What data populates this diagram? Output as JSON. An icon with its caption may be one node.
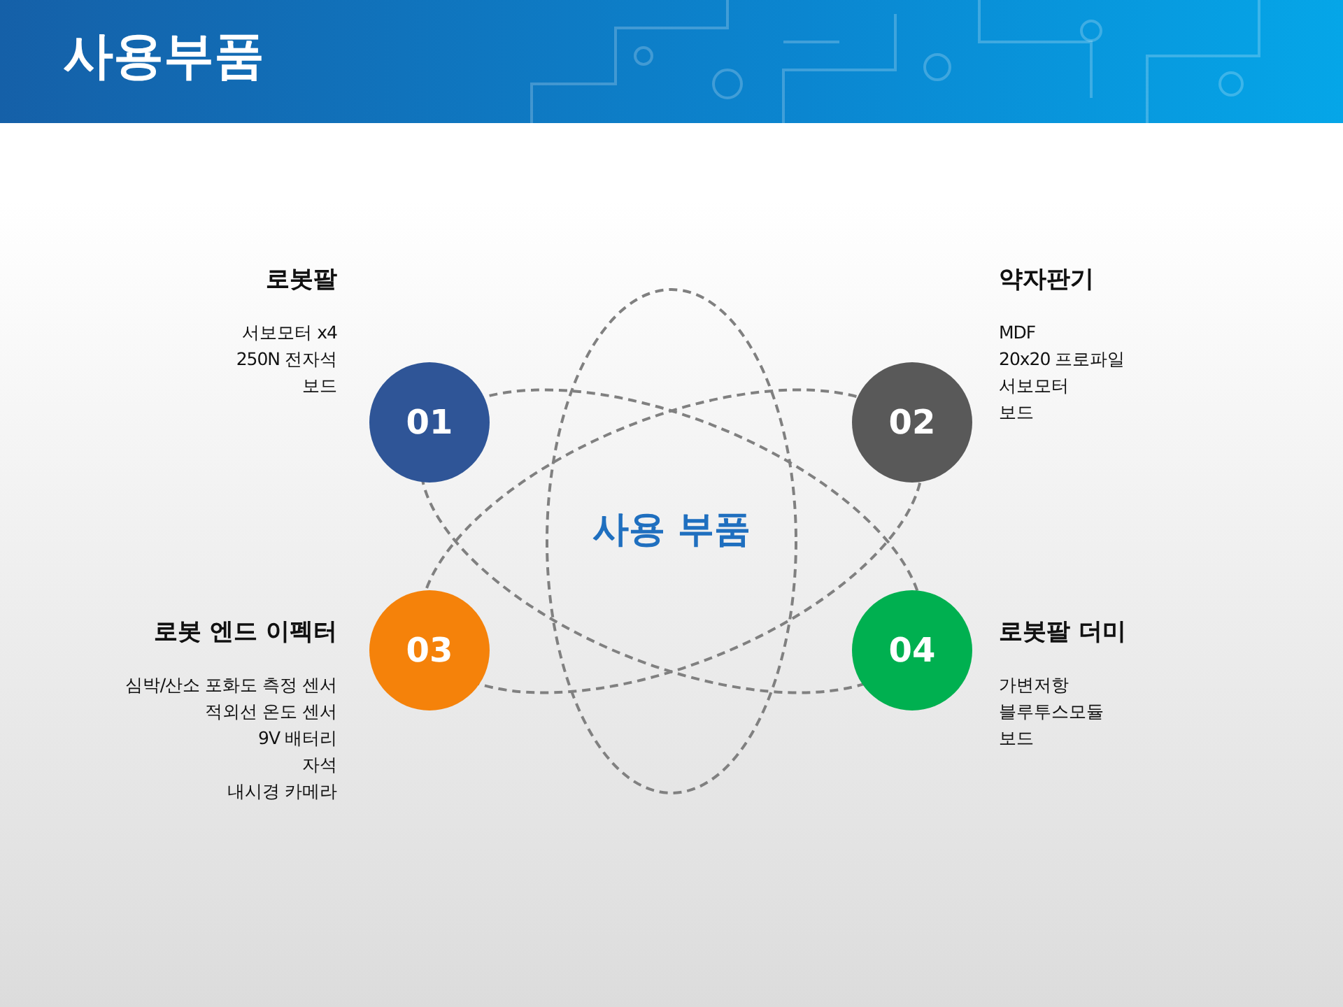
{
  "diagram": {
    "title": "사용부품",
    "nodes": [
      {
        "text": [
          "사용 부품"
        ]
      },
      {
        "text": [
          "01"
        ],
        "beside": [
          "로봇팔",
          "서보모터 x4",
          "250N 전자석",
          "보드"
        ]
      },
      {
        "text": [
          "02"
        ],
        "beside": [
          "약자판기",
          "MDF",
          "20x20 프로파일",
          "서보모터",
          "보드"
        ]
      },
      {
        "text": [
          "03"
        ],
        "beside": [
          "로봇 엔드 이펙터",
          "심박/산소 포화도 측정 센서",
          "적외선 온도 센서",
          "9V 배터리",
          "자석",
          "내시경 카메라"
        ]
      },
      {
        "text": [
          "04"
        ],
        "beside": [
          "로봇팔 더미",
          "가변저항",
          "블루투스모듈",
          "보드"
        ]
      }
    ],
    "edges": []
  }
}
